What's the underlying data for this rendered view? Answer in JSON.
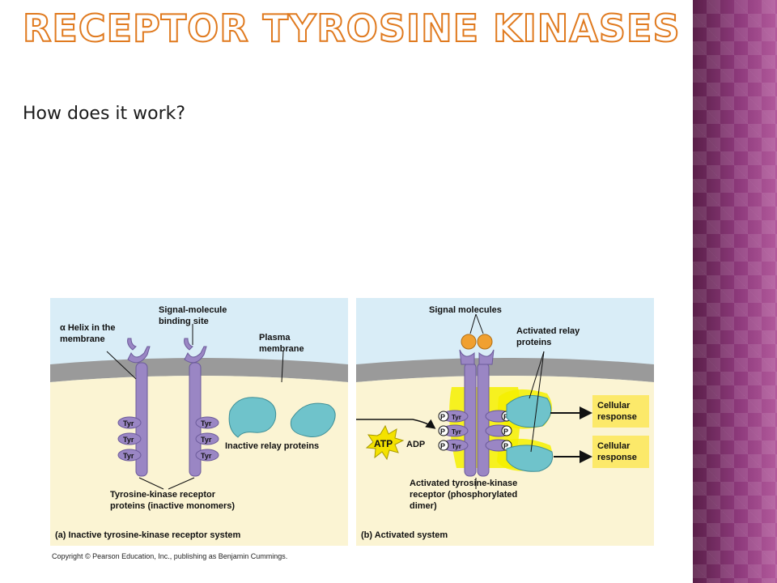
{
  "slide": {
    "title": "RECEPTOR TYROSINE KINASES",
    "question": "How does it work?",
    "copyright": "Copyright © Pearson Education, Inc., publishing as Benjamin Cummings."
  },
  "figure": {
    "panel_a": {
      "helix_label": [
        "α Helix in the",
        "membrane"
      ],
      "binding_site_label": [
        "Signal-molecule",
        "binding site"
      ],
      "plasma_label": [
        "Plasma",
        "membrane"
      ],
      "tyr": "Tyr",
      "inactive_relay_label": "Inactive relay proteins",
      "receptor_label": [
        "Tyrosine-kinase receptor",
        "proteins (inactive monomers)"
      ],
      "caption": "(a) Inactive tyrosine-kinase receptor system"
    },
    "panel_b": {
      "signal_molecules_label": "Signal molecules",
      "activated_relay_label": [
        "Activated relay",
        "proteins"
      ],
      "p": "P",
      "tyr": "Tyr",
      "atp": "ATP",
      "adp": "ADP",
      "cellular_response": [
        "Cellular",
        "response"
      ],
      "activated_receptor_label": [
        "Activated tyrosine-kinase",
        "receptor (phosphorylated",
        "dimer)"
      ],
      "caption": "(b) Activated system"
    },
    "colors": {
      "outside": "#d9edf7",
      "membrane": "#9a9a9a",
      "inside": "#fbf4d3",
      "receptor": "#9a86c4",
      "relay": "#6fc3cb",
      "glow": "#f4f000",
      "signal": "#f0a030",
      "response_box": "#fce96a"
    }
  }
}
